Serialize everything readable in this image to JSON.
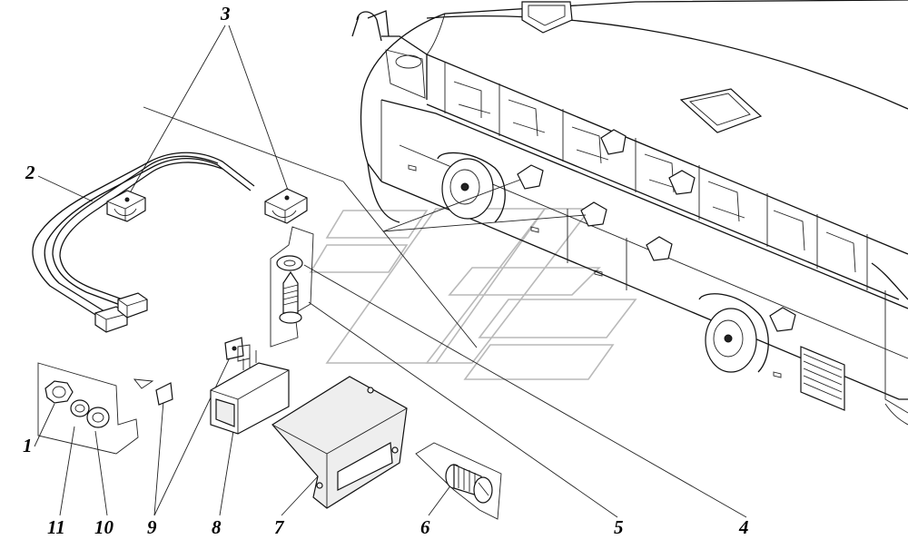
{
  "diagram": {
    "callouts": [
      {
        "id": "c1",
        "text": "1"
      },
      {
        "id": "c2",
        "text": "2"
      },
      {
        "id": "c3",
        "text": "3"
      },
      {
        "id": "c4",
        "text": "4"
      },
      {
        "id": "c5",
        "text": "5"
      },
      {
        "id": "c6",
        "text": "6"
      },
      {
        "id": "c7",
        "text": "7"
      },
      {
        "id": "c8",
        "text": "8"
      },
      {
        "id": "c9",
        "text": "9"
      },
      {
        "id": "c10",
        "text": "10"
      },
      {
        "id": "c11",
        "text": "11"
      }
    ]
  },
  "colors": {
    "line": "#111111",
    "watermark": "#b9b9b9",
    "background": "#ffffff"
  }
}
